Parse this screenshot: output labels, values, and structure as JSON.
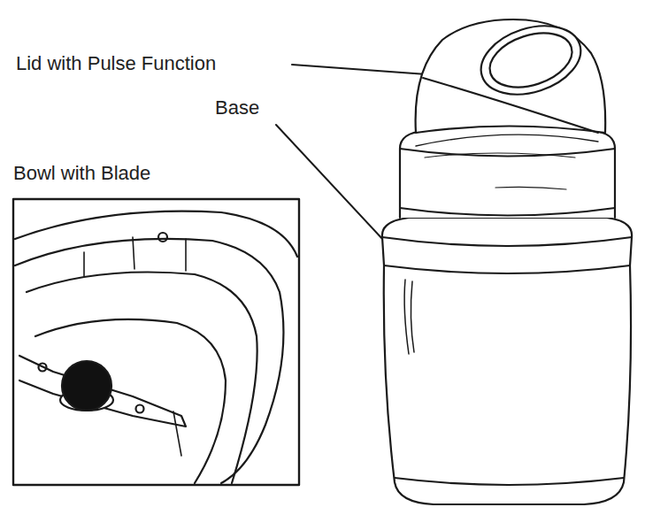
{
  "diagram": {
    "labels": [
      "Lid with Pulse Function",
      "Base",
      "Bowl with Blade"
    ]
  }
}
